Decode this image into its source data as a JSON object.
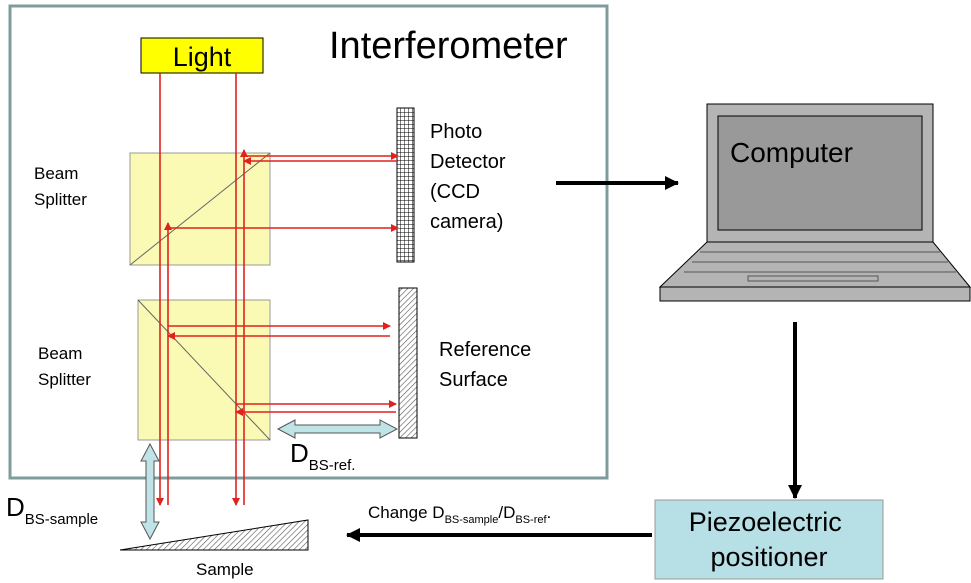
{
  "interferometer": {
    "title": "Interferometer",
    "light": "Light",
    "beam_splitter_upper": [
      "Beam",
      "Splitter"
    ],
    "beam_splitter_lower": [
      "Beam",
      "Splitter"
    ],
    "photo_detector": [
      "Photo",
      "Detector",
      "(CCD",
      "camera)"
    ],
    "reference_surface": [
      "Reference",
      "Surface"
    ],
    "d_bs_ref": {
      "main": "D",
      "sub": "BS-ref."
    }
  },
  "sample": {
    "label": "Sample",
    "d_bs_sample": {
      "main": "D",
      "sub": "BS-sample"
    }
  },
  "computer": {
    "label": "Computer"
  },
  "positioner": {
    "label": [
      "Piezoelectric",
      "positioner"
    ]
  },
  "change_label": {
    "prefix": "Change D",
    "sub1": "BS-sample",
    "slash": "/D",
    "sub2": "BS-ref",
    "suffix": "."
  },
  "colors": {
    "frame": "#7f9c9c",
    "light_box": "#ffff00",
    "splitter": "#fafab4",
    "beam": "#e0221f",
    "positioner": "#b7dfe6",
    "double_arrow": "#bfe3e6",
    "computer_body": "#b4b4b4",
    "screen": "#999999"
  }
}
